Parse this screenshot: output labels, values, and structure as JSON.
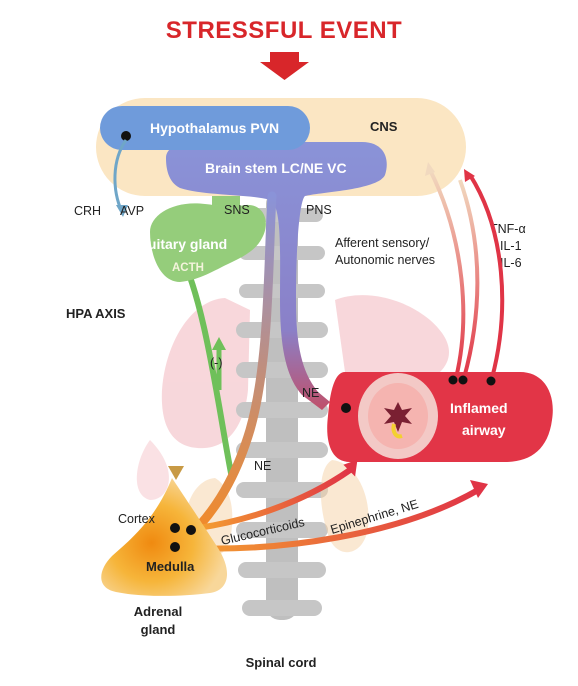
{
  "title": "STRESSFUL EVENT",
  "cns": "CNS",
  "hypothalamus": "Hypothalamus PVN",
  "brain_stem": "Brain stem LC/NE VC",
  "crh": "CRH",
  "avp": "AVP",
  "sns": "SNS",
  "pns": "PNS",
  "pituitary": "Pituitary gland",
  "acth": "ACTH",
  "hpa_axis": "HPA AXIS",
  "afferent_line1": "Afferent sensory/",
  "afferent_line2": "Autonomic nerves",
  "cytokines": [
    "TNF-α",
    "IL-1",
    "IL-6"
  ],
  "neg_feedback": "(-)",
  "ne_top": "NE",
  "ne_bottom": "NE",
  "inflamed_line1": "Inflamed",
  "inflamed_line2": "airway",
  "cortex": "Cortex",
  "medulla": "Medulla",
  "glucocorticoids": "Glucocorticoids",
  "epinephrine": "Epinephrine, NE",
  "adrenal_line1": "Adrenal",
  "adrenal_line2": "gland",
  "spinal_cord": "Spinal cord",
  "colors": {
    "title_red": "#d8262a",
    "cns_band": "#fbe8c6",
    "hypothalamus": "#6b97d8",
    "brain_stem": "#8c93d4",
    "pituitary": "#8fca72",
    "green_path": "#5db54a",
    "airway": "#e03446",
    "adrenal": "#f4a12d",
    "spine": "#bcbcbc"
  }
}
